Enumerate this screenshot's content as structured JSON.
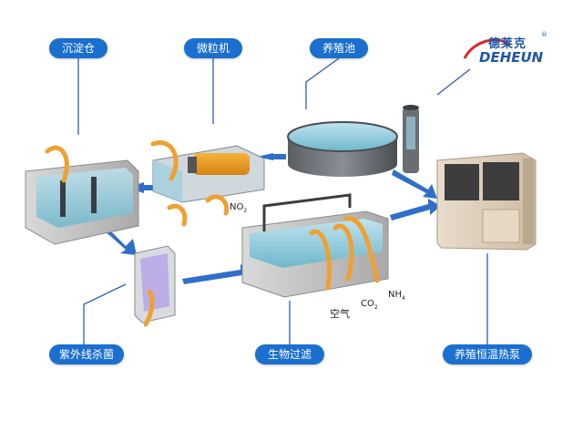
{
  "labels": {
    "sedimentation": "沉淀仓",
    "microfilter": "微粒机",
    "culture_pond": "养殖池",
    "uv_sterilizer": "紫外线杀菌",
    "biofilter": "生物过滤",
    "heat_pump": "养殖恒温热泵"
  },
  "chem": {
    "no2": "NO",
    "no2_sub": "2",
    "air": "空气",
    "co2": "CO",
    "co2_sub": "2",
    "nh4": "NH",
    "nh4_sub": "4"
  },
  "brand": {
    "cn": "德莱克",
    "en": "DEHEUN",
    "reg": "®"
  },
  "colors": {
    "pill": "#1a6fcf",
    "arrow_blue": "#2f6fc8",
    "arrow_orange": "#f0a030",
    "leader": "#2a5fb0"
  }
}
